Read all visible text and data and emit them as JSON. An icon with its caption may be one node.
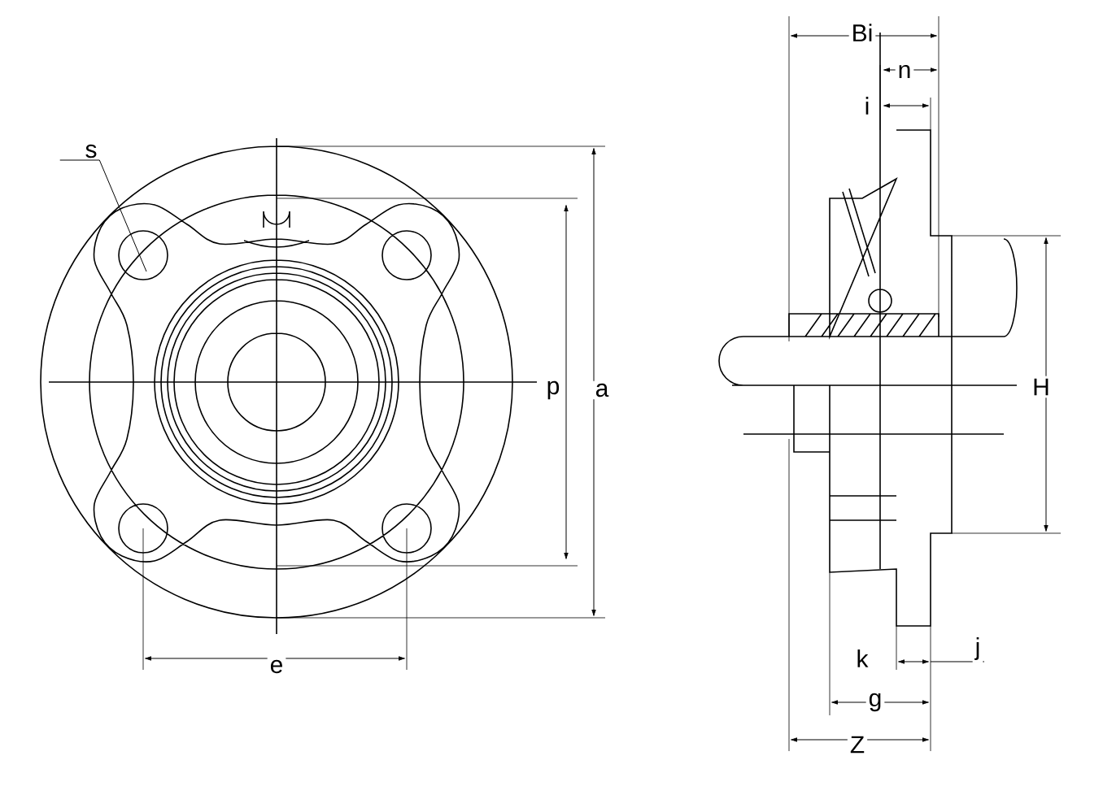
{
  "diagram": {
    "nodes": [
      {
        "text": [
          "s"
        ]
      },
      {
        "text": [],
        "shape": "circle"
      }
    ],
    "edges": [
      {
        "from": 0,
        "to": 1,
        "arrow": "none"
      }
    ],
    "labels": [
      "Bi",
      "n",
      "i",
      "p",
      "a",
      "H",
      "e",
      "k",
      "j",
      "g",
      "Z"
    ]
  }
}
